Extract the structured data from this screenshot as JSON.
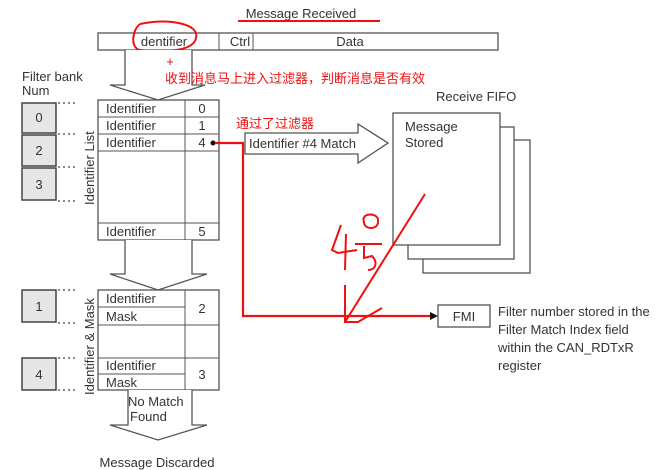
{
  "title": "Message Received",
  "message_fields": {
    "identifier": "dentifier",
    "ctrl": "Ctrl",
    "data": "Data"
  },
  "annotations": {
    "plus": "+",
    "enter_filter": "收到消息马上进入过滤器，判断消息是否有效",
    "passed_filter": "通过了过滤器"
  },
  "filter_bank_label": [
    "Filter bank",
    "Num"
  ],
  "identifier_list_label": "Identifier List",
  "identifier_mask_label": "Identifier & Mask",
  "banks": {
    "b0": "0",
    "b2": "2",
    "b3": "3",
    "b1": "1",
    "b4": "4"
  },
  "id_list_rows": [
    {
      "label": "Identifier",
      "num": "0"
    },
    {
      "label": "Identifier",
      "num": "1"
    },
    {
      "label": "Identifier",
      "num": "4"
    },
    {
      "label": "Identifier",
      "num": "5"
    }
  ],
  "mask_groups": [
    {
      "id": "Identifier",
      "mask": "Mask",
      "num": "2"
    },
    {
      "id": "Identifier",
      "mask": "Mask",
      "num": "3"
    }
  ],
  "match_arrow": "Identifier #4 Match",
  "fifo_label": "Receive FIFO",
  "fifo_box": [
    "Message",
    "Stored"
  ],
  "no_match": [
    "No Match",
    "Found"
  ],
  "discarded": "Message Discarded",
  "fmi": "FMI",
  "fmi_desc": [
    "Filter number stored in the",
    "Filter Match Index field",
    "within the CAN_RDTxR",
    "register"
  ],
  "colors": {
    "annotation": "#f01010",
    "bank_fill": "#e6e6e6"
  }
}
